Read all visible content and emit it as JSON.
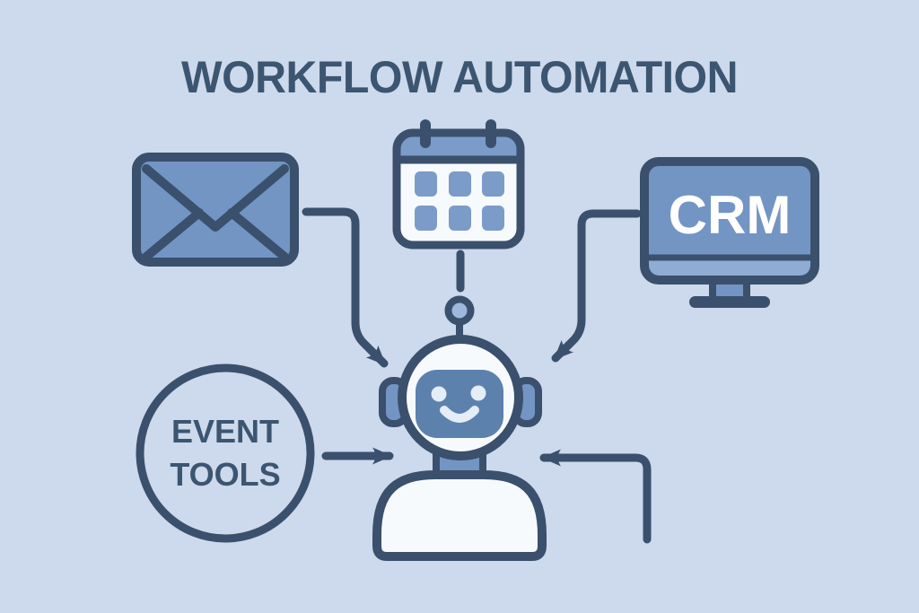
{
  "title": "WORKFLOW AUTOMATION",
  "labels": {
    "crm": "CRM",
    "event_tools_line1": "EVENT",
    "event_tools_line2": "TOOLS"
  },
  "icons": {
    "email": "email-envelope-icon",
    "calendar": "calendar-icon",
    "crm_monitor": "crm-monitor-icon",
    "event_tools": "event-tools-circle",
    "robot": "robot-assistant-icon"
  },
  "colors": {
    "background": "#cdd9ec",
    "outline": "#3a506c",
    "title_ink": "#3c5570",
    "mid_blue": "#7295c3",
    "band_blue": "#7b9cc8",
    "strip_blue": "#8fadd4",
    "face_blue": "#5d81ad",
    "panel_white": "#f7fafd",
    "eye_light": "#e4edf8",
    "antenna_blue": "#9db8dc",
    "crm_text": "#ffffff"
  }
}
